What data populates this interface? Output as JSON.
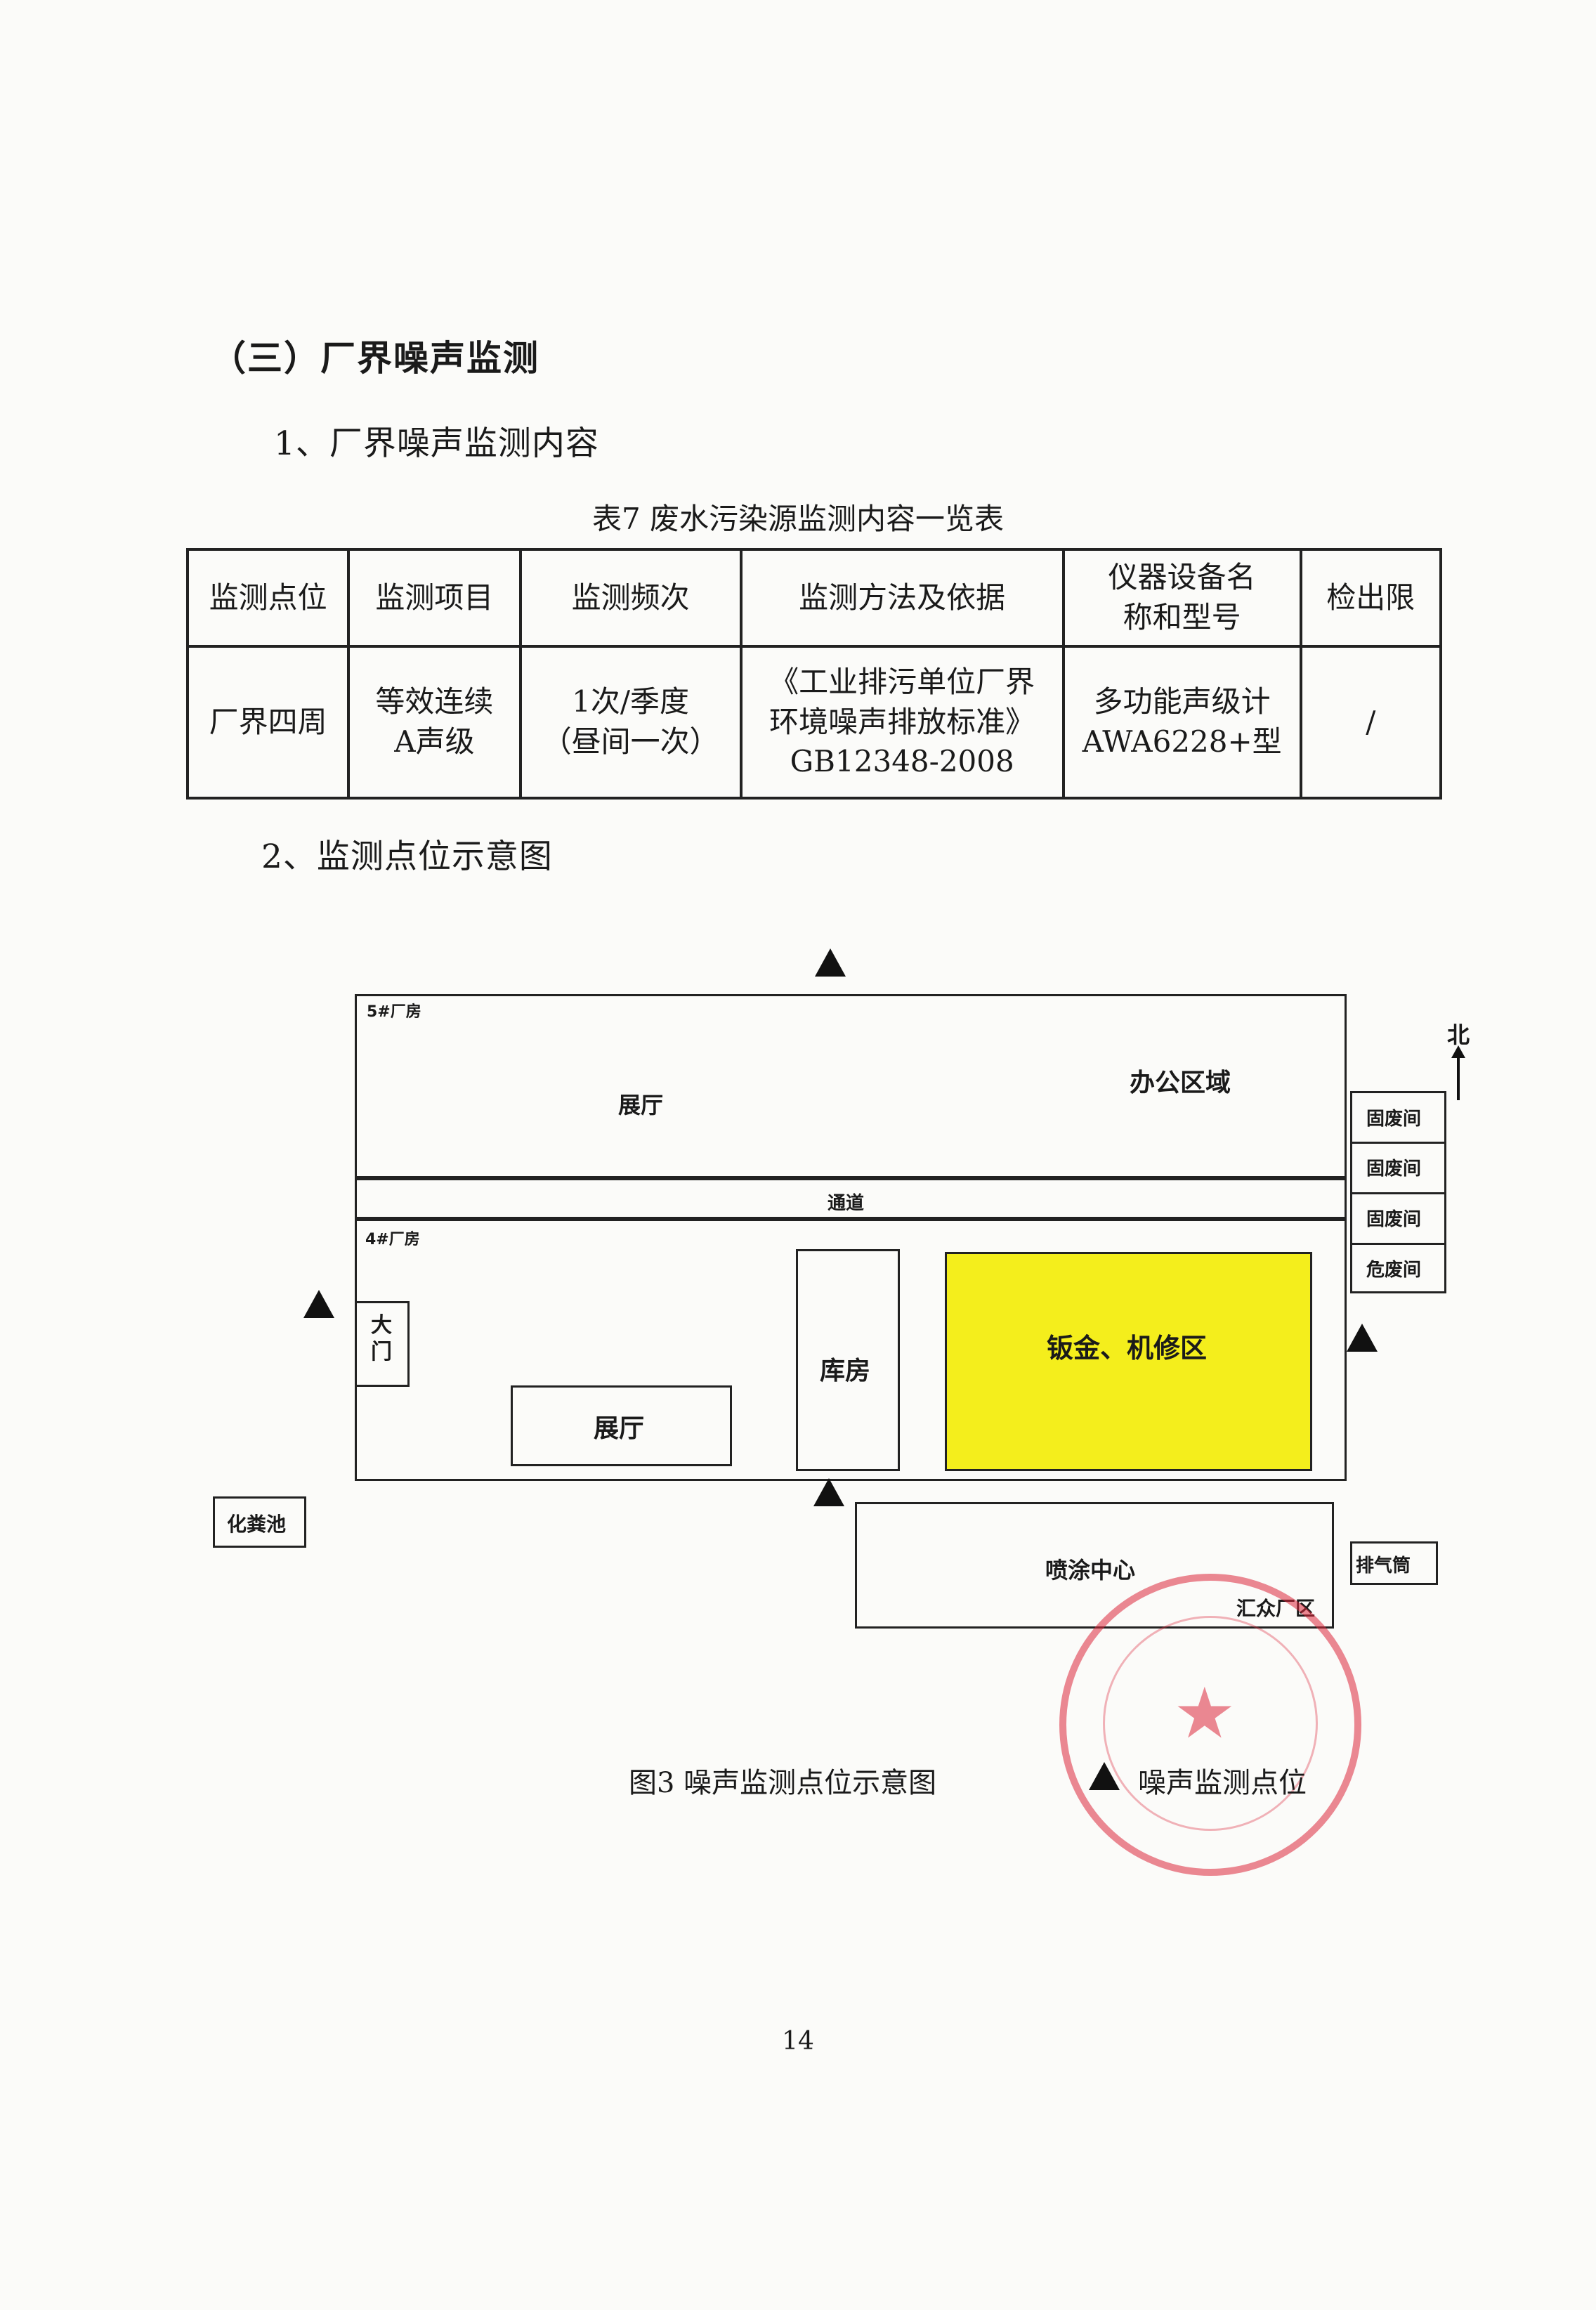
{
  "section": {
    "title": "（三）厂界噪声监测",
    "subtitle1": "1、厂界噪声监测内容",
    "subtitle2": "2、监测点位示意图"
  },
  "table7": {
    "caption": "表7   废水污染源监测内容一览表",
    "headers": [
      "监测点位",
      "监测项目",
      "监测频次",
      "监测方法及依据",
      "仪器设备名称和型号",
      "检出限"
    ],
    "row": {
      "point": "厂界四周",
      "item_line1": "等效连续",
      "item_line2": "A声级",
      "freq_line1": "1次/季度",
      "freq_line2": "（昼间一次）",
      "method_line1": "《工业排污单位厂界",
      "method_line2": "环境噪声排放标准》",
      "method_line3": "GB12348-2008",
      "device_line1": "多功能声级计",
      "device_line2": "AWA6228+型",
      "limit": "/"
    }
  },
  "diagram": {
    "bldg5_label": "5#厂房",
    "hall_top": "展厅",
    "office": "办公区域",
    "passage": "通道",
    "bldg4_label": "4#厂房",
    "gate": "大门",
    "hall_bottom": "展厅",
    "warehouse": "库房",
    "sheetmetal": "钣金、机修区",
    "sheetmetal_color": "#f4ee1c",
    "septic": "化粪池",
    "paint_center": "喷涂中心",
    "gather_zone": "汇众厂区",
    "exhaust": "排气筒",
    "north": "北",
    "solid_waste_1": "固废间",
    "solid_waste_2": "固废间",
    "solid_waste_3": "固废间",
    "hazard_waste": "危废间"
  },
  "figure": {
    "caption": "图3    噪声监测点位示意图",
    "legend": "噪声监测点位"
  },
  "page_number": "14",
  "seal_color": "#dc283c"
}
